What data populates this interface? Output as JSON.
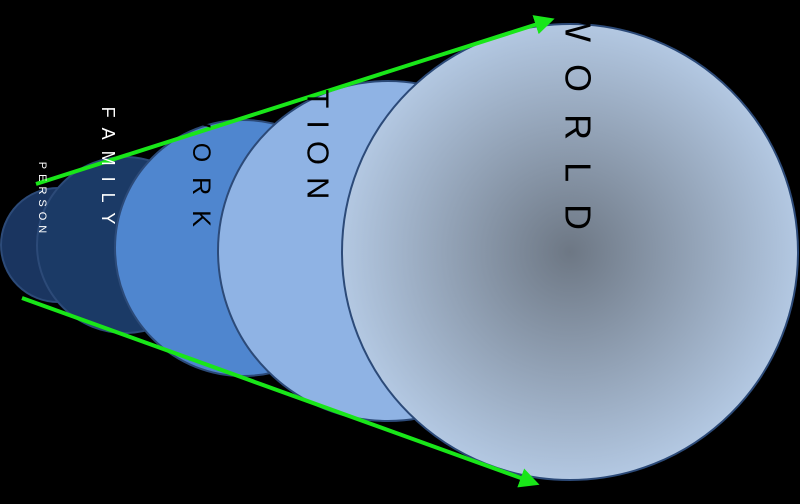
{
  "colors": {
    "background": "#000000",
    "arrow": "#19e619",
    "outline": "#2c4a78",
    "person_fill": "#1a3560",
    "family_fill": "#1b3a66",
    "work_fill": "#4f86cf",
    "nation_fill": "#8fb3e4",
    "world_fill_outer": "#b3c8e2",
    "world_fill_center": "#6d7784",
    "light_text": "#ffffff",
    "dark_text": "#000000"
  },
  "circles": [
    {
      "id": "person",
      "label": "PERSON"
    },
    {
      "id": "family",
      "label": "FAMILY"
    },
    {
      "id": "work",
      "label": "WORK"
    },
    {
      "id": "nation",
      "label": "NATION"
    },
    {
      "id": "world",
      "label": "WORLD"
    }
  ]
}
